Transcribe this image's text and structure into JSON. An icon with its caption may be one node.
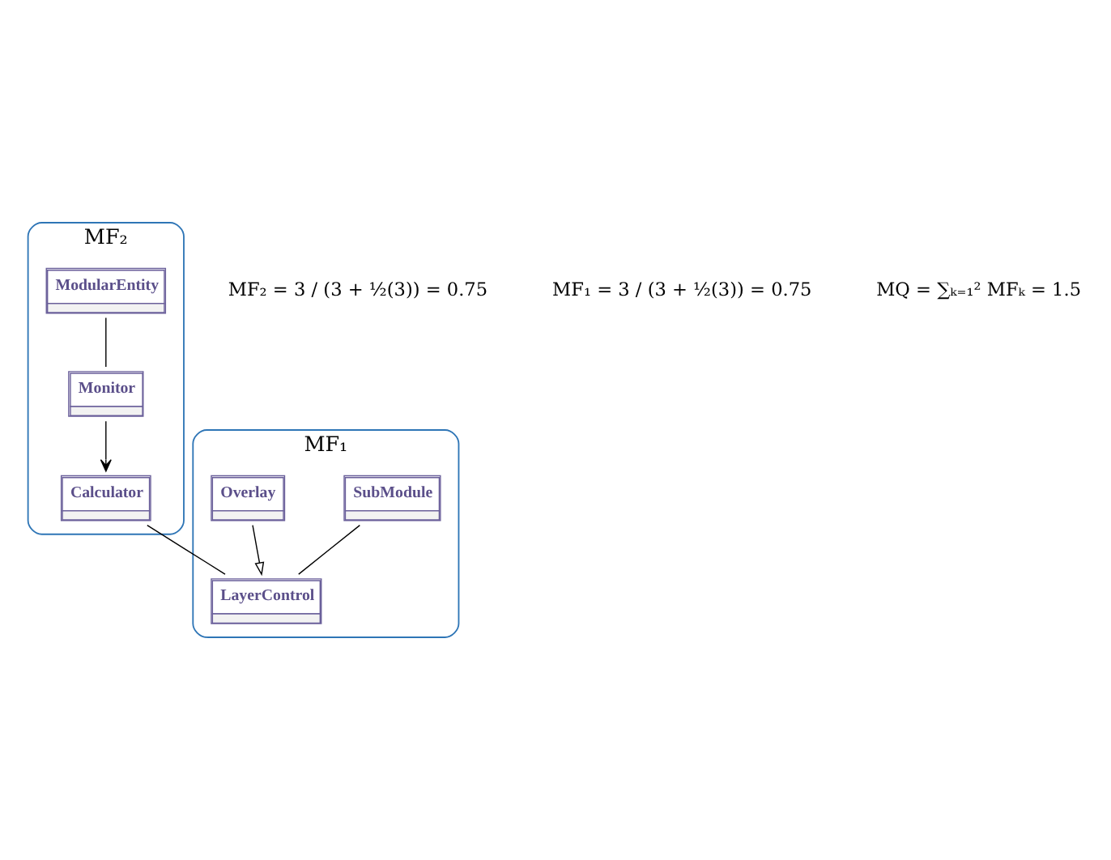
{
  "diagram": {
    "nodes": [
      {
        "text": [
          "MF₂"
        ]
      },
      {
        "text": [
          "ModularEntity"
        ],
        "in": 0
      },
      {
        "text": [
          "Calculator"
        ],
        "in": 0
      },
      {
        "text": [
          "Monitor"
        ],
        "in": 0
      },
      {
        "text": [
          "MF₁"
        ]
      },
      {
        "text": [
          "SubModule"
        ],
        "in": 4
      },
      {
        "text": [
          "LayerControl"
        ],
        "in": 4
      },
      {
        "text": [
          "Overlay"
        ],
        "in": 4
      }
    ],
    "edges": [
      {
        "from": 1,
        "to": 3,
        "arrow": "none"
      },
      {
        "from": 3,
        "to": 2,
        "arrow": "to"
      },
      {
        "from": 2,
        "to": 6,
        "arrow": "none"
      },
      {
        "from": 5,
        "to": 6,
        "arrow": "none"
      },
      {
        "from": 7,
        "to": 6,
        "arrow": "to"
      }
    ],
    "labels": [
      "MF₂ = 3 / (3 + ½(3)) = 0.75",
      "MF₁ = 3 / (3 + ½(3)) = 0.75",
      "MQ = ∑ₖ₌₁² MFₖ = 1.5"
    ]
  }
}
